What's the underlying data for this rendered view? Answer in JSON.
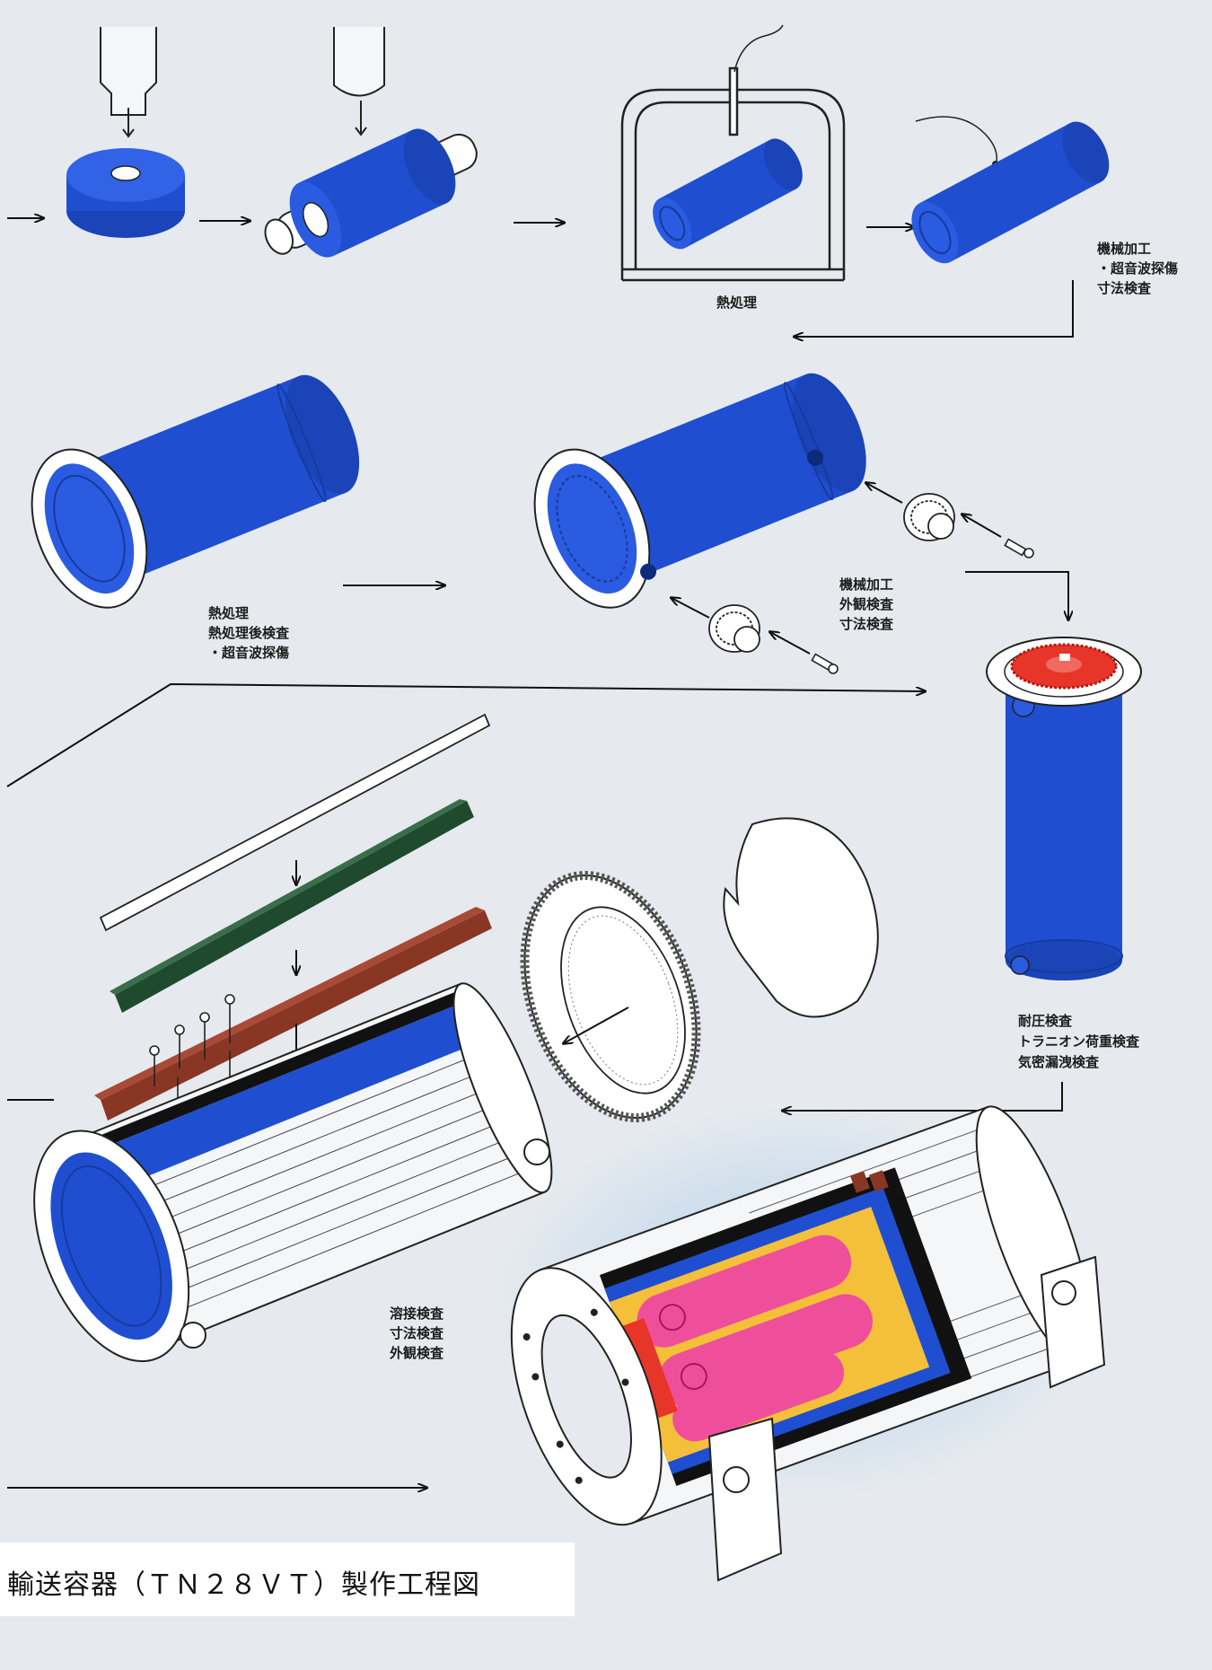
{
  "diagram": {
    "caption": "輸送容器（ＴＮ２８ＶＴ）製作工程図",
    "steps": {
      "heat_treatment": "熱処理",
      "machining_1": [
        "機械加工",
        "・超音波探傷",
        "寸法検査"
      ],
      "heat_treatment_2": [
        "熱処理",
        "熱処理後検査",
        "・超音波探傷"
      ],
      "machining_2": [
        "機械加工",
        "外観検査",
        "寸法検査"
      ],
      "pressure_tests": [
        "耐圧検査",
        "トラニオン荷重検査",
        "気密漏洩検査"
      ],
      "weld_inspection": [
        "溶接検査",
        "寸法検査",
        "外観検査"
      ]
    },
    "colors": {
      "body_blue": "#1f4fd0",
      "lid_red": "#e8352a",
      "rail_green": "#1f4a2e",
      "rail_brown": "#8a3624",
      "basket_pink": "#ef4f9a",
      "basket_yellow": "#f4c03a",
      "arrow": "#111111"
    }
  }
}
